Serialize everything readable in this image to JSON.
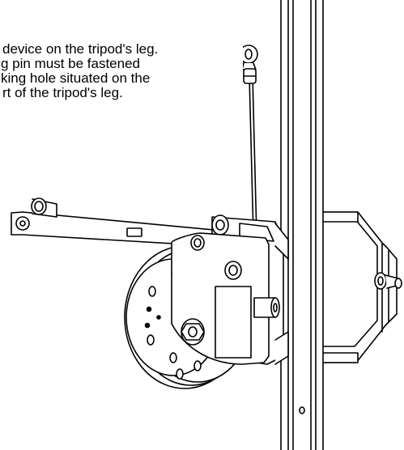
{
  "caption": {
    "lines": [
      "device on the tripod's leg.",
      "g pin must be fastened",
      "king hole situated on the",
      "rt of the tripod's leg."
    ]
  },
  "colors": {
    "line": "#000000",
    "fill": "#ffffff"
  }
}
